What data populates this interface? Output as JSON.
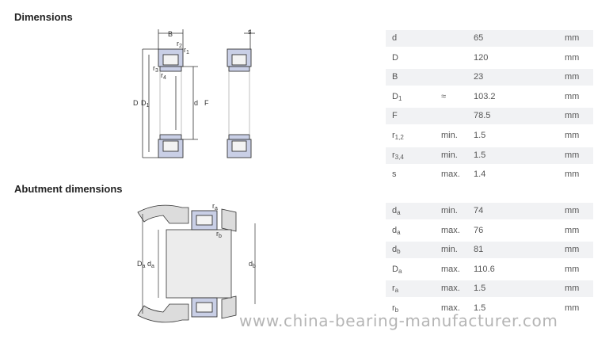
{
  "sections": {
    "dimensions_title": "Dimensions",
    "abutment_title": "Abutment dimensions"
  },
  "dimensions": [
    {
      "sym": "d",
      "sub": "",
      "qual": "",
      "value": "65",
      "unit": "mm"
    },
    {
      "sym": "D",
      "sub": "",
      "qual": "",
      "value": "120",
      "unit": "mm"
    },
    {
      "sym": "B",
      "sub": "",
      "qual": "",
      "value": "23",
      "unit": "mm"
    },
    {
      "sym": "D",
      "sub": "1",
      "qual": "≈",
      "value": "103.2",
      "unit": "mm"
    },
    {
      "sym": "F",
      "sub": "",
      "qual": "",
      "value": "78.5",
      "unit": "mm"
    },
    {
      "sym": "r",
      "sub": "1,2",
      "qual": "min.",
      "value": "1.5",
      "unit": "mm"
    },
    {
      "sym": "r",
      "sub": "3,4",
      "qual": "min.",
      "value": "1.5",
      "unit": "mm"
    },
    {
      "sym": "s",
      "sub": "",
      "qual": "max.",
      "value": "1.4",
      "unit": "mm"
    }
  ],
  "abutment": [
    {
      "sym": "d",
      "sub": "a",
      "qual": "min.",
      "value": "74",
      "unit": "mm"
    },
    {
      "sym": "d",
      "sub": "a",
      "qual": "max.",
      "value": "76",
      "unit": "mm"
    },
    {
      "sym": "d",
      "sub": "b",
      "qual": "min.",
      "value": "81",
      "unit": "mm"
    },
    {
      "sym": "D",
      "sub": "a",
      "qual": "max.",
      "value": "110.6",
      "unit": "mm"
    },
    {
      "sym": "r",
      "sub": "a",
      "qual": "max.",
      "value": "1.5",
      "unit": "mm"
    },
    {
      "sym": "r",
      "sub": "b",
      "qual": "max.",
      "value": "1.5",
      "unit": "mm"
    }
  ],
  "drawing_labels": {
    "B": "B",
    "s": "s",
    "r1": "r",
    "r1_sub": "1",
    "r2": "r",
    "r2_sub": "2",
    "r3": "r",
    "r3_sub": "3",
    "r4": "r",
    "r4_sub": "4",
    "D": "D",
    "D1": "D",
    "D1_sub": "1",
    "d": "d",
    "F": "F",
    "Da": "D",
    "Da_sub": "a",
    "da": "d",
    "da_sub": "a",
    "db": "d",
    "db_sub": "b",
    "ra": "r",
    "ra_sub": "a",
    "rb": "r",
    "rb_sub": "b"
  },
  "colors": {
    "ring_fill": "#c9cfe6",
    "shade": "#f1f2f4",
    "abutment_fill": "#dcdcdc"
  },
  "watermark": "www.china-bearing-manufacturer.com"
}
